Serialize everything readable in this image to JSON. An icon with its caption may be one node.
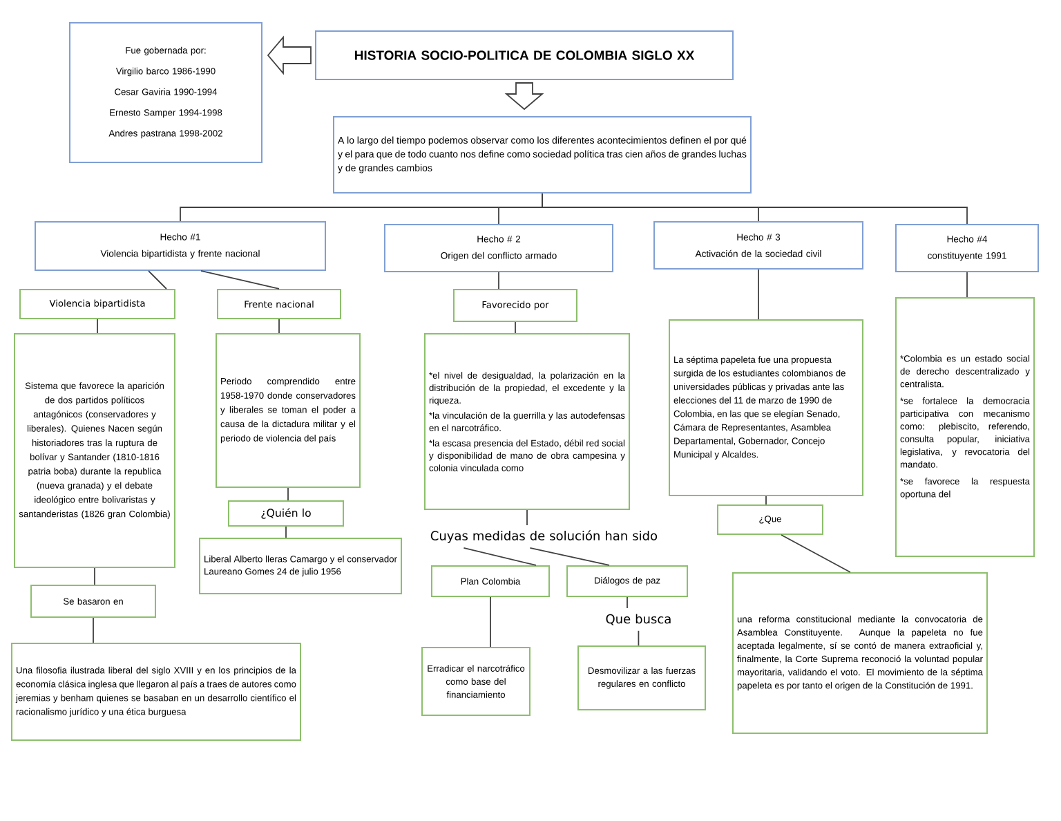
{
  "diagram": {
    "nodes": [
      {
        "text": [
          "HISTORIA SOCIO-POLITICA DE COLOMBIA SIGLO XX"
        ]
      },
      {
        "text": [
          "Fue gobernada por:",
          "Virgilio barco 1986-1990",
          "Cesar Gaviria 1990-1994",
          "Ernesto Samper 1994-1998",
          "Andres pastrana 1998-2002"
        ]
      },
      {
        "text": [
          "A lo largo del tiempo podemos observar como los diferentes acontecimientos definen el por qué y el para que de todo cuanto nos define como sociedad política tras cien años de grandes luchas y de grandes cambios"
        ]
      },
      {
        "text": [
          "Hecho #1",
          "Violencia bipartidista y frente nacional"
        ]
      },
      {
        "text": [
          "Hecho # 2",
          "Origen del conflicto armado"
        ]
      },
      {
        "text": [
          "Hecho # 3",
          "Activación de la sociedad civil"
        ]
      },
      {
        "text": [
          "Hecho #4",
          "constituyente 1991"
        ]
      },
      {
        "text": [
          "Violencia bipartidista"
        ]
      },
      {
        "text": [
          "Frente nacional"
        ]
      },
      {
        "text": [
          "Sistema que favorece la aparición de dos partidos políticos antagónicos (conservadores y liberales). Quienes Nacen según historiadores tras la ruptura de bolívar y Santander (1810-1816 patria boba) durante la republica (nueva granada) y el debate ideológico entre bolivaristas y santanderistas (1826 gran Colombia)"
        ]
      },
      {
        "text": [
          "Periodo comprendido entre 1958-1970 donde conservadores y liberales se toman el poder a causa de la dictadura militar y el periodo de violencia del país"
        ]
      },
      {
        "text": [
          "¿Quién lo"
        ]
      },
      {
        "text": [
          "Liberal Alberto lleras Camargo y el conservador Laureano Gomes 24 de julio 1956"
        ]
      },
      {
        "text": [
          "Se basaron en"
        ]
      },
      {
        "text": [
          "Una filosofia ilustrada liberal del siglo XVIII y en los principios de la economía clásica inglesa que llegaron al país a traes de autores como jeremias y benham quienes se basaban en un desarrollo científico el racionalismo jurídico y una ética burguesa"
        ]
      },
      {
        "text": [
          "Favorecido por"
        ]
      },
      {
        "text": [
          "*el nivel de desigualdad, la polarización en la distribución de la propiedad, el excedente y la riqueza.",
          "*la vinculación de la guerrilla y las autodefensas en el narcotráfico.",
          "*la escasa presencia del Estado, débil red social y disponibilidad de mano de obra campesina y colonia vinculada como"
        ]
      },
      {
        "text": [
          "Cuyas medidas de solución han sido"
        ]
      },
      {
        "text": [
          "Plan Colombia"
        ]
      },
      {
        "text": [
          "Diálogos de paz"
        ]
      },
      {
        "text": [
          "Que busca"
        ]
      },
      {
        "text": [
          "Erradicar el narcotráfico como base del financiamiento"
        ]
      },
      {
        "text": [
          "Desmovilizar a las fuerzas regulares en conflicto"
        ]
      },
      {
        "text": [
          "La séptima papeleta fue una propuesta surgida de los estudiantes colombianos de universidades públicas y privadas ante las elecciones del 11 de marzo de 1990 de Colombia, en las que se elegían Senado, Cámara de Representantes, Asamblea Departamental, Gobernador, Concejo Municipal y Alcaldes."
        ]
      },
      {
        "text": [
          "¿Que"
        ]
      },
      {
        "text": [
          "una reforma constitucional mediante la convocatoria de Asamblea Constituyente. Aunque la papeleta no fue aceptada legalmente, sí se contó de manera extraoficial y, finalmente, la Corte Suprema reconoció la voluntad popular mayoritaria, validando el voto. El movimiento de la séptima papeleta es por tanto el origen de la Constitución de 1991."
        ]
      },
      {
        "text": [
          "*Colombia es un estado social de derecho descentralizado y centralista.",
          "*se fortalece la democracia participativa con mecanismo como: plebiscito, referendo, consulta popular, iniciativa legislativa, y revocatoria del mandato.",
          "*se favorece la respuesta oportuna del"
        ]
      }
    ],
    "edges": [
      {
        "from": 0,
        "to": 1,
        "arrow": "to"
      },
      {
        "from": 0,
        "to": 2,
        "arrow": "to"
      },
      {
        "from": 2,
        "to": 3,
        "arrow": "none"
      },
      {
        "from": 2,
        "to": 4,
        "arrow": "none"
      },
      {
        "from": 2,
        "to": 5,
        "arrow": "none"
      },
      {
        "from": 2,
        "to": 6,
        "arrow": "none"
      },
      {
        "from": 3,
        "to": 7,
        "arrow": "none"
      },
      {
        "from": 3,
        "to": 8,
        "arrow": "none"
      },
      {
        "from": 7,
        "to": 9,
        "arrow": "none"
      },
      {
        "from": 8,
        "to": 10,
        "arrow": "none"
      },
      {
        "from": 10,
        "to": 11,
        "arrow": "none"
      },
      {
        "from": 11,
        "to": 12,
        "arrow": "none"
      },
      {
        "from": 9,
        "to": 13,
        "arrow": "none"
      },
      {
        "from": 13,
        "to": 14,
        "arrow": "none"
      },
      {
        "from": 4,
        "to": 15,
        "arrow": "none"
      },
      {
        "from": 15,
        "to": 16,
        "arrow": "none"
      },
      {
        "from": 16,
        "to": 17,
        "arrow": "none"
      },
      {
        "from": 17,
        "to": 18,
        "arrow": "none"
      },
      {
        "from": 17,
        "to": 19,
        "arrow": "none"
      },
      {
        "from": 18,
        "to": 21,
        "arrow": "none"
      },
      {
        "from": 19,
        "to": 20,
        "arrow": "none"
      },
      {
        "from": 20,
        "to": 22,
        "arrow": "none"
      },
      {
        "from": 5,
        "to": 23,
        "arrow": "none"
      },
      {
        "from": 23,
        "to": 24,
        "arrow": "none"
      },
      {
        "from": 24,
        "to": 25,
        "arrow": "none"
      },
      {
        "from": 6,
        "to": 26,
        "arrow": "none"
      }
    ]
  }
}
